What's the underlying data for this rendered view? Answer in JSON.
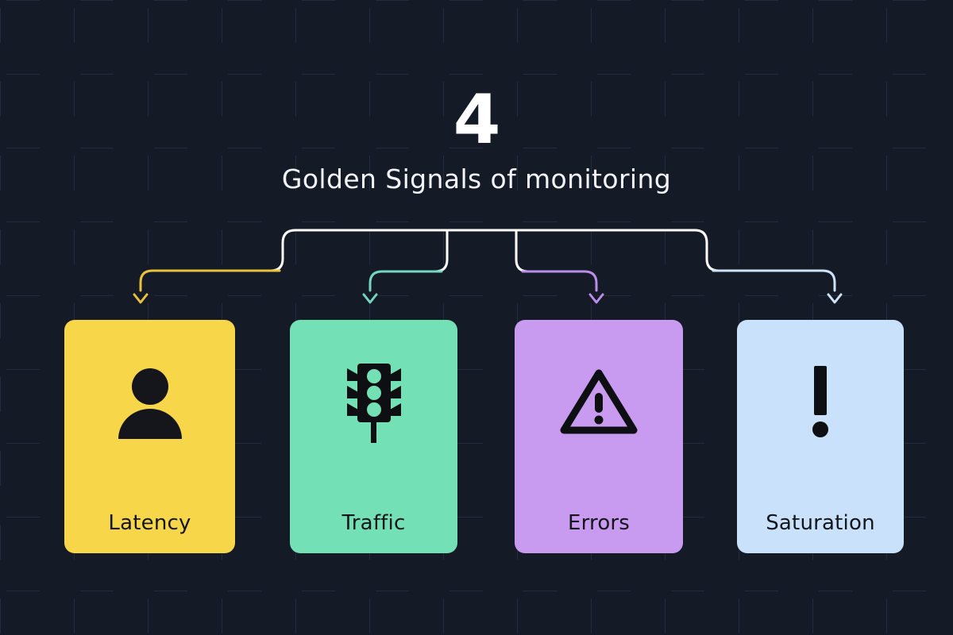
{
  "page": {
    "background_color": "#151a27",
    "grid_line_color": "#232a3a"
  },
  "header": {
    "number": "4",
    "subtitle": "Golden Signals of monitoring",
    "number_color": "#ffffff",
    "subtitle_color": "#f2f4f8"
  },
  "trunk": {
    "color": "#ffffff"
  },
  "cards": [
    {
      "id": "latency",
      "label": "Latency",
      "color": "#f7d64a",
      "connector_color": "#e8c23a",
      "icon": "user-icon",
      "icon_color": "#15161c"
    },
    {
      "id": "traffic",
      "label": "Traffic",
      "color": "#74e0b5",
      "connector_color": "#74d5c0",
      "icon": "traffic-light-icon",
      "icon_color": "#0d0f12"
    },
    {
      "id": "errors",
      "label": "Errors",
      "color": "#c89bf0",
      "connector_color": "#b98de8",
      "icon": "warning-triangle-icon",
      "icon_color": "#0d0f12"
    },
    {
      "id": "saturation",
      "label": "Saturation",
      "color": "#c9e1fb",
      "connector_color": "#cfe3f8",
      "icon": "exclamation-mark-icon",
      "icon_color": "#0d0f12"
    }
  ]
}
